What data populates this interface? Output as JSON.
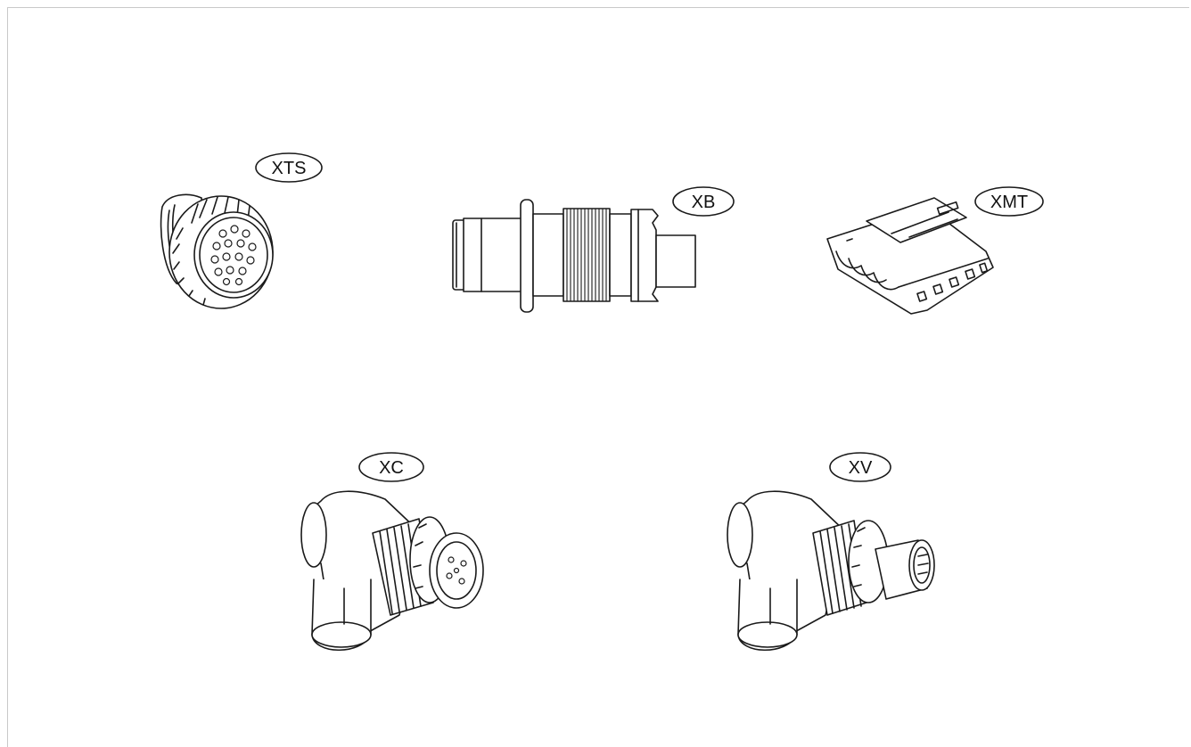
{
  "connectors": [
    {
      "id": "xts",
      "label": "XTS",
      "icon": "circular-multipin-connector-icon"
    },
    {
      "id": "xb",
      "label": "XB",
      "icon": "inline-cylindrical-connector-icon"
    },
    {
      "id": "xmt",
      "label": "XMT",
      "icon": "sealed-multiway-plug-icon"
    },
    {
      "id": "xc",
      "label": "XC",
      "icon": "right-angle-female-connector-icon"
    },
    {
      "id": "xv",
      "label": "XV",
      "icon": "right-angle-male-connector-icon"
    }
  ],
  "colors": {
    "stroke": "#1a1a1a",
    "fill": "#ffffff",
    "frame": "#c9c9c9"
  }
}
